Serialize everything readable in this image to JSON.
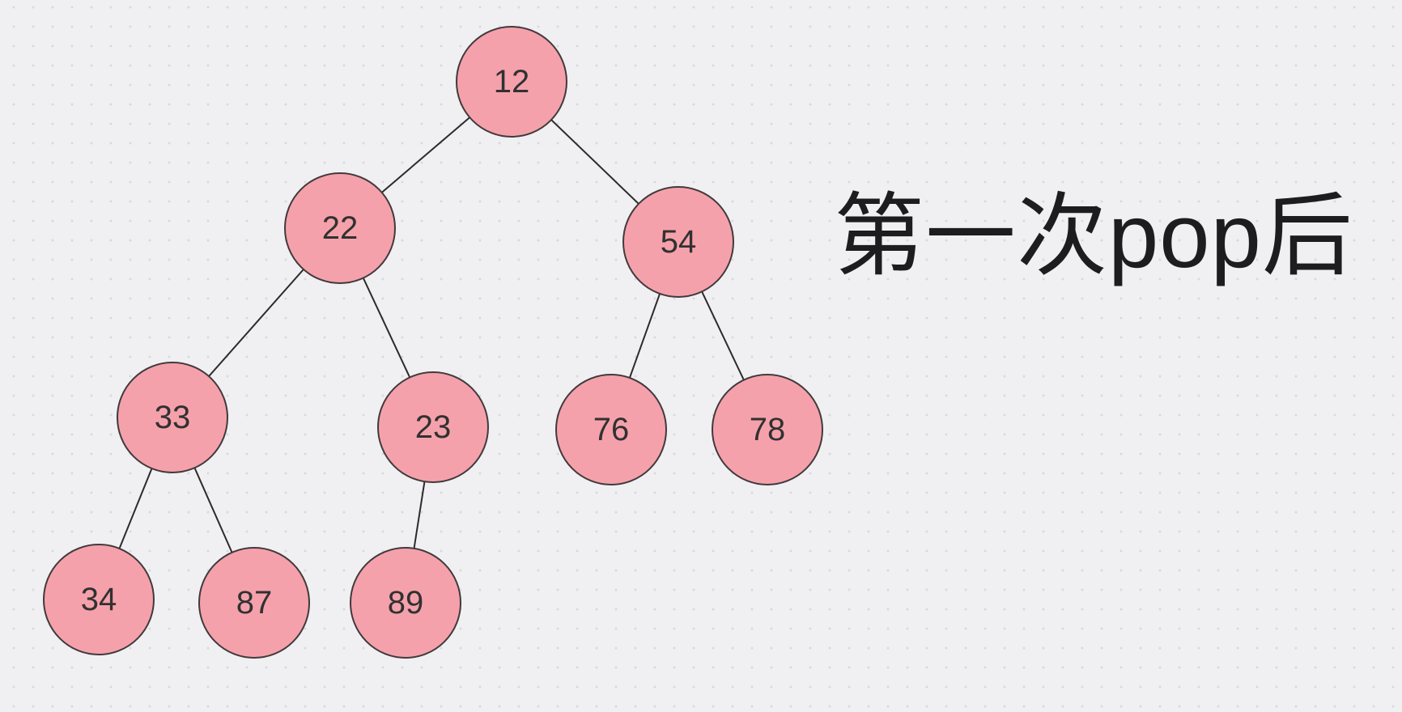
{
  "caption": {
    "title": "第一次pop后"
  },
  "diagram": {
    "type": "binary-tree",
    "description": "Heap binary tree shown after the first pop operation",
    "colors": {
      "background": "#f0f0f2",
      "grid_dot": "#d9d9dd",
      "node_fill": "#f5a1ab",
      "node_border": "#413a3c",
      "edge": "#2b2b2b",
      "node_text": "#313131",
      "caption_text": "#1d1d1f"
    },
    "nodes": [
      {
        "id": "n0",
        "value": "12"
      },
      {
        "id": "n1",
        "value": "22"
      },
      {
        "id": "n2",
        "value": "54"
      },
      {
        "id": "n3",
        "value": "33"
      },
      {
        "id": "n4",
        "value": "23"
      },
      {
        "id": "n5",
        "value": "76"
      },
      {
        "id": "n6",
        "value": "78"
      },
      {
        "id": "n7",
        "value": "34"
      },
      {
        "id": "n8",
        "value": "87"
      },
      {
        "id": "n9",
        "value": "89"
      }
    ],
    "edges": [
      {
        "from": "12",
        "to": "22"
      },
      {
        "from": "12",
        "to": "54"
      },
      {
        "from": "22",
        "to": "33"
      },
      {
        "from": "22",
        "to": "23"
      },
      {
        "from": "54",
        "to": "76"
      },
      {
        "from": "54",
        "to": "78"
      },
      {
        "from": "33",
        "to": "34"
      },
      {
        "from": "33",
        "to": "87"
      },
      {
        "from": "23",
        "to": "89"
      }
    ]
  }
}
